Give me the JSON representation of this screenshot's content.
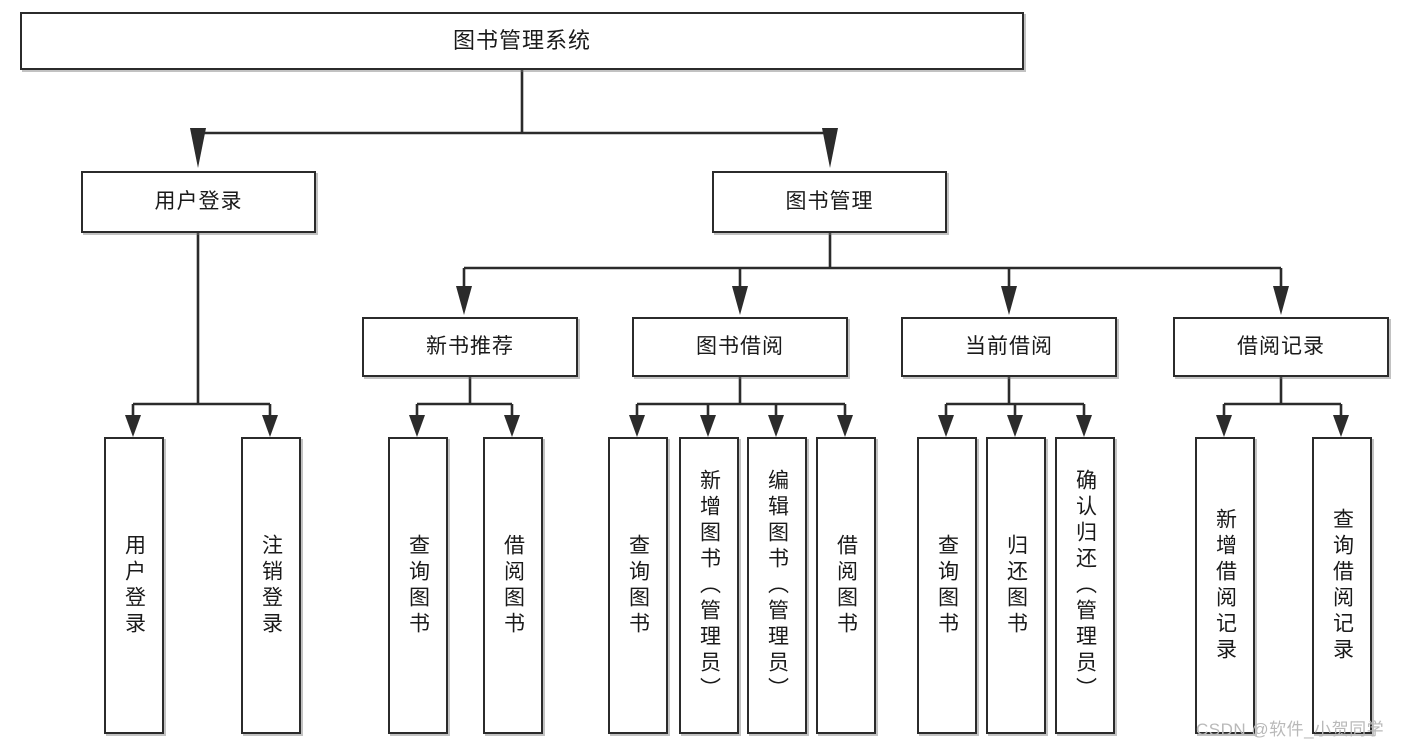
{
  "diagram": {
    "title": "图书管理系统",
    "type": "功能结构图",
    "root": {
      "label": "图书管理系统"
    },
    "level2": [
      {
        "label": "用户登录"
      },
      {
        "label": "图书管理"
      }
    ],
    "level3": [
      {
        "label": "新书推荐"
      },
      {
        "label": "图书借阅"
      },
      {
        "label": "当前借阅"
      },
      {
        "label": "借阅记录"
      }
    ],
    "leaves": {
      "user_login": [
        {
          "label": "用户登录"
        },
        {
          "label": "注销登录"
        }
      ],
      "new_book_recommend": [
        {
          "label": "查询图书"
        },
        {
          "label": "借阅图书"
        }
      ],
      "book_borrow": [
        {
          "label": "查询图书"
        },
        {
          "label": "新增图书（管理员）"
        },
        {
          "label": "编辑图书（管理员）"
        },
        {
          "label": "借阅图书"
        }
      ],
      "current_borrow": [
        {
          "label": "查询图书"
        },
        {
          "label": "归还图书"
        },
        {
          "label": "确认归还（管理员）"
        }
      ],
      "borrow_record": [
        {
          "label": "新增借阅记录"
        },
        {
          "label": "查询借阅记录"
        }
      ]
    }
  },
  "watermark": {
    "text": "CSDN @软件_小贺同学"
  },
  "colors": {
    "border": "#2b2b2b",
    "background": "#ffffff",
    "text": "#1a1a1a",
    "watermark": "#b9b9b9"
  }
}
